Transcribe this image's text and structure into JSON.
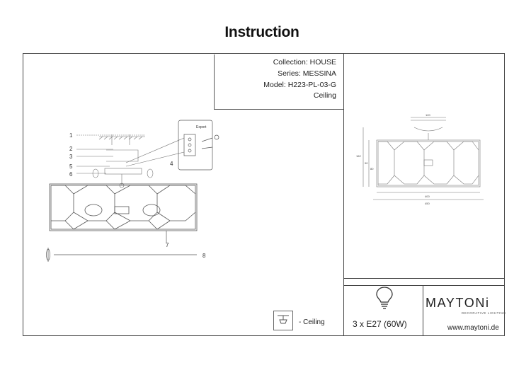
{
  "title": "Instruction",
  "info": {
    "collection": "Collection: HOUSE",
    "series": "Series: MESSINA",
    "model": "Model: H223-PL-03-G",
    "mount": "Ceiling"
  },
  "bulb": {
    "label": "3 x E27 (60W)"
  },
  "brand": {
    "name": "MAYTONi",
    "tagline": "DECORATIVE LIGHTING",
    "website": "www.maytoni.de"
  },
  "legend": {
    "label": "- Ceiling"
  },
  "parts": [
    "1",
    "2",
    "3",
    "5",
    "6",
    "4",
    "7",
    "8"
  ],
  "diagram": {
    "inset_label": "Export"
  },
  "dims": {
    "d1": "120",
    "d2": "400",
    "d3": "450",
    "d4": "162",
    "d5": "90",
    "d6": "80"
  }
}
